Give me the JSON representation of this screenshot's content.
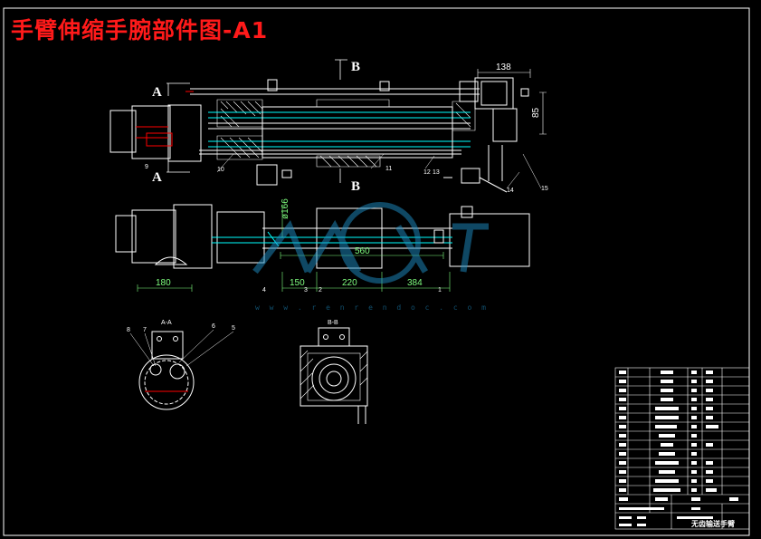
{
  "title": "手臂伸缩手腕部件图-A1",
  "section_labels": {
    "a_left_top": "A",
    "a_left_bottom": "A",
    "b_top": "B",
    "b_bottom": "B",
    "view_b": "B-B",
    "view_a": "A-A"
  },
  "dimensions": {
    "d138": "138",
    "d85": "85",
    "d560": "560",
    "d180": "180",
    "d150": "150",
    "d220": "220",
    "d384": "384",
    "d_dia": "ø166"
  },
  "part_numbers": {
    "p10": "10",
    "p11": "11",
    "p12": "12",
    "p13": "13",
    "p14": "14",
    "p15": "15",
    "p9": "9",
    "p1": "1",
    "p2": "2",
    "p3": "3",
    "p4": "4",
    "p5": "5",
    "p6": "6",
    "p7": "7",
    "p8": "8"
  },
  "watermark": "w w w . r e n r e n d o c . c o m",
  "title_block": {
    "drawing_name": "无齿输送手臂"
  },
  "colors": {
    "background": "#000000",
    "title": "#ff1a1a",
    "lines": "#ffffff",
    "dimensions": "#7fff7f",
    "cyan": "#00ffff",
    "watermark": "#1e90c8"
  }
}
